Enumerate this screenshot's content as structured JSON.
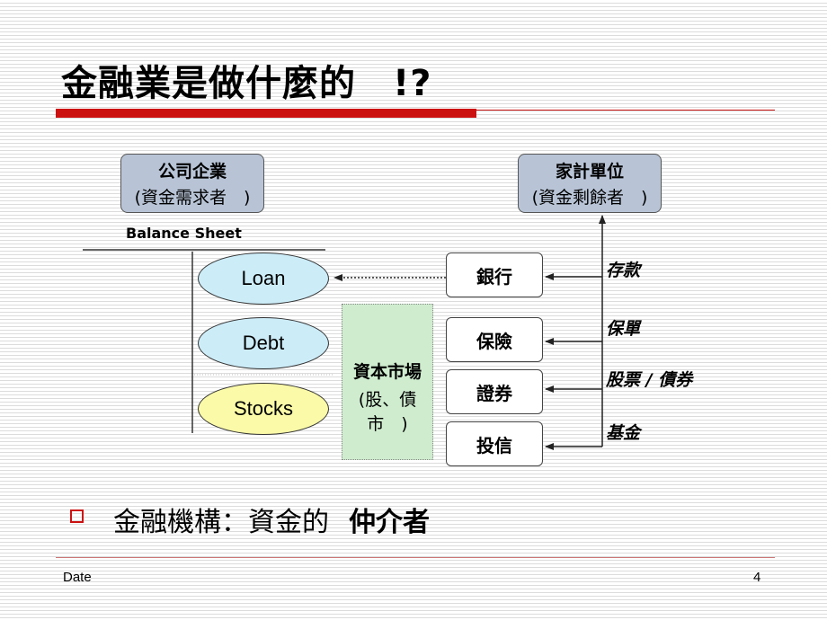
{
  "slide": {
    "title": "金融業是做什麼的　!?",
    "date": "Date",
    "page_number": "4"
  },
  "diagram": {
    "corporate": {
      "line1": "公司企業",
      "line2": "(資金需求者　)"
    },
    "household": {
      "line1": "家計單位",
      "line2": "(資金剩餘者　)"
    },
    "balance_sheet_label": "Balance Sheet",
    "balance_items": [
      "Loan",
      "Debt",
      "Stocks"
    ],
    "capital_market": {
      "line1": "資本市場",
      "line2": "(股、債市　)"
    },
    "institutions": [
      "銀行",
      "保險",
      "證券",
      "投信"
    ],
    "flows": [
      "存款",
      "保單",
      "股票 / 債券",
      "基金"
    ]
  },
  "bullet": {
    "text": "金融機構：資金的",
    "emphasis": "仲介者"
  },
  "colors": {
    "accent_red": "#cc1111",
    "header_box": "#b8c4d6",
    "ellipse_blue": "#ccecf8",
    "ellipse_yellow": "#fafaa8",
    "market_green": "#cfeccf"
  }
}
